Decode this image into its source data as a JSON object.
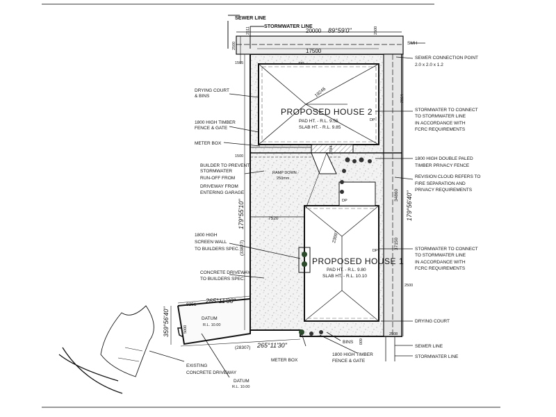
{
  "labels": {
    "sewer_line_top": "SEWER LINE",
    "stormwater_line_top": "STORMWATER LINE",
    "smh": "SMH",
    "sewer_connection": [
      "SEWER CONNECTION POINT",
      "2.0 x 2.0 x 1.2"
    ],
    "drying_court_bins": [
      "DRYING COURT",
      "& BINS"
    ],
    "timber_fence_gate_top": [
      "1800 HIGH TIMBER",
      "FENCE & GATE"
    ],
    "meter_box_left": "METER BOX",
    "builder_prevent": [
      "BUILDER TO PREVENT",
      "STORMWATER",
      "RUN-OFF FROM",
      "DRIVEWAY FROM",
      "ENTERING GARAGE"
    ],
    "stormwater_connect_1": [
      "STORMWATER TO CONNECT",
      "TO STORMWATER LINE",
      "IN ACCORDANCE WITH",
      "FCRC REQUIREMENTS"
    ],
    "double_paled_fence": [
      "1800 HIGH DOUBLE PALED",
      "TIMBER PRIVACY FENCE"
    ],
    "revision_cloud": [
      "REVISION CLOUD REFERS TO",
      "FIRE SEPARATION AND",
      "PRIVACY REQUIREMENTS"
    ],
    "screen_wall": [
      "1800 HIGH",
      "SCREEN WALL",
      "TO BUILDERS SPEC."
    ],
    "concrete_driveway": [
      "CONCRETE DRIVEWAY",
      "TO BUILDERS SPEC."
    ],
    "stormwater_connect_2": [
      "STORMWATER TO CONNECT",
      "TO STORMWATER LINE",
      "IN ACCORDANCE WITH",
      "FCRC REQUIREMENTS"
    ],
    "drying_court": "DRYING COURT",
    "sewer_line_bottom": "SEWER LINE",
    "stormwater_line_bottom": "STORMWATER LINE",
    "bins": "BINS",
    "timber_fence_gate_bottom": [
      "1800 HIGH TIMBER",
      "FENCE & GATE"
    ],
    "meter_box_bottom": "METER BOX",
    "existing_driveway": [
      "EXISTING",
      "CONCRETE DRIVEWAY"
    ],
    "datum_bottom": [
      "DATUM",
      "R.L. 10.00"
    ],
    "datum_left": [
      "DATUM",
      "R.L. 10.00"
    ],
    "ramp_down": [
      "RAMP DOWN -",
      "250mm"
    ]
  },
  "house2": {
    "title": "PROPOSED HOUSE 2",
    "pad": "PAD HT. - R.L. 9.55",
    "slab": "SLAB HT. - R.L. 9.85"
  },
  "house1": {
    "title": "PROPOSED HOUSE 1",
    "pad": "PAD HT. - R.L. 9.80",
    "slab": "SLAB HT. - R.L. 10.10"
  },
  "dimensions": {
    "top_length": "20000",
    "top_bearing": "89°59'0\"",
    "d17500": "17500",
    "d2500_left": "2500",
    "d1505": "1505",
    "d2511": "2511",
    "d2500_top": "2500",
    "d19246": "19246",
    "d2864": "2864",
    "d1500": "1500",
    "d1784": "1784",
    "left_bearing": "179°55'10\"",
    "d7520": "7520",
    "d33827": "(33827)",
    "d23097": "23097",
    "d34860": "34860",
    "right_bearing": "179°56'40\"",
    "d37150": "37150",
    "d2500_right": "2500",
    "d8251": "8251",
    "bearing_8251": "265°11'30\"",
    "d5000": "5000",
    "left_bearing_small": "359°56'40\"",
    "d28307": "(28307)",
    "bearing_28307": "265°11'30\"",
    "d2508": "2508",
    "d600": "600",
    "dp": "DP"
  }
}
